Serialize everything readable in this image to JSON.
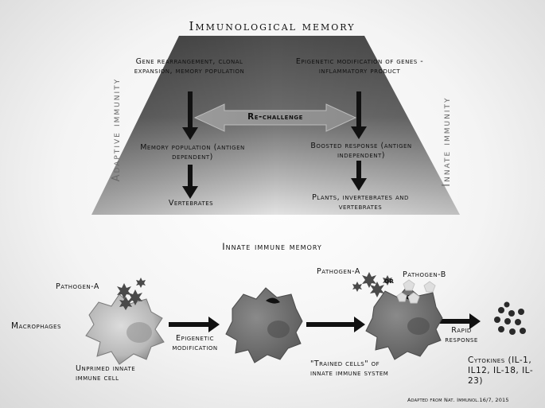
{
  "title": "Immunological memory",
  "side_labels": {
    "left": "Adaptive immunity",
    "right": "Innate immunity"
  },
  "adaptive": {
    "top": "Gene rearrangement, clonal expansion, memory population",
    "middle": "Memory population (antigen dependent)",
    "bottom": "Vertebrates"
  },
  "innate": {
    "top": "Epigenetic modification of genes - inflammatory product",
    "middle": "Boosted response (antigen independent)",
    "bottom": "Plants, invertebrates and vertebrates"
  },
  "rechallenge": "Re-challenge",
  "section2_title": "Innate immune memory",
  "labels": {
    "macrophages": "Macrophages",
    "pathogen_a_left": "Pathogen-A",
    "unprimed": "Unprimed innate immune cell",
    "epigenetic": "Epigenetic modification",
    "pathogen_a_right": "Pathogen-A",
    "or": "or",
    "pathogen_b": "Pathogen-B",
    "trained": "\"Trained cells\" of innate immune system",
    "rapid": "Rapid response",
    "cytokines": "Cytokines (IL-1, IL12, IL-18, IL-23)",
    "citation": "Adapted from Nat. Immunol.16/7, 2015"
  },
  "colors": {
    "trapezoid_top": "#5b5b5b",
    "trapezoid_bottom": "#d7d7d7",
    "cell": "#6f6f6f",
    "dark": "#111111"
  }
}
